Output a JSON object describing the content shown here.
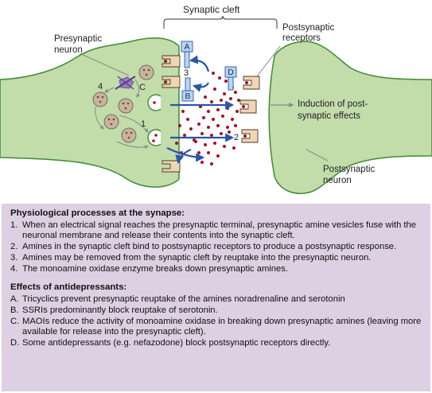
{
  "diagram": {
    "labels": {
      "synaptic_cleft": "Synaptic cleft",
      "presynaptic_neuron": "Presynaptic neuron",
      "postsynaptic_receptors": "Postsynaptic receptors",
      "induction": "Induction of post-synaptic effects",
      "postsynaptic_neuron": "Postsynaptic neuron"
    },
    "markers": {
      "A": "A",
      "B": "B",
      "C": "C",
      "D": "D",
      "n1": "1",
      "n2": "2",
      "n3": "3",
      "n4": "4"
    },
    "colors": {
      "neuron_fill": "#c2dcaa",
      "neuron_outline": "#3f8a35",
      "vesicle": "#c9b39a",
      "amine": "#a3131f",
      "transporter": "#f0d6b4",
      "enzyme": "#7a55a3",
      "arrow": "#2a55a8",
      "drug_box": "#b9d5ef",
      "infobox_bg": "#ddd0e3"
    }
  },
  "info": {
    "physio_title": "Physiological processes at the synapse:",
    "physio": [
      {
        "marker": "1.",
        "text": "When an electrical signal reaches the presynaptic terminal, presynaptic amine vesicles fuse with the neuronal membrane and release their contents into the synaptic cleft."
      },
      {
        "marker": "2.",
        "text": "Amines in the synaptic cleft bind to postsynaptic receptors to produce a postsynaptic response."
      },
      {
        "marker": "3.",
        "text": "Amines may be removed from the synaptic cleft by reuptake into the presynaptic neuron."
      },
      {
        "marker": "4.",
        "text": "The monoamine oxidase enzyme breaks down presynaptic amines."
      }
    ],
    "effects_title": "Effects of antidepressants:",
    "effects": [
      {
        "marker": "A.",
        "text": "Tricyclics prevent presynaptic reuptake of the amines noradrenaline and serotonin"
      },
      {
        "marker": "B.",
        "text": "SSRIs predominantly block reuptake of serotonin."
      },
      {
        "marker": "C.",
        "text": "MAOIs reduce the activity of monoamine oxidase in breaking down presynaptic amines (leaving more available for release into the presynaptic cleft)."
      },
      {
        "marker": "D.",
        "text": "Some antidepressants (e.g. nefazodone) block postsynaptic receptors directly."
      }
    ]
  }
}
